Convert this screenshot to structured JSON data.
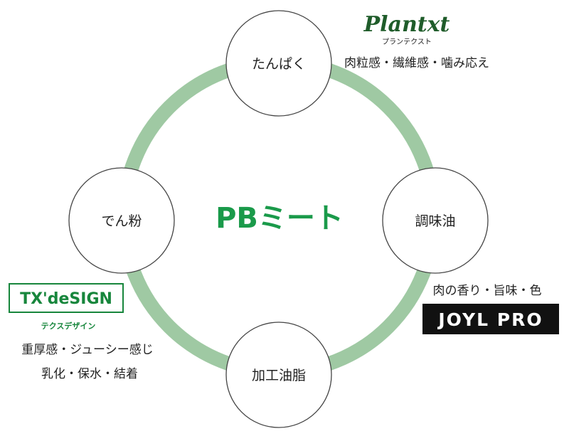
{
  "center_title": "PBミート",
  "nodes": {
    "top": "たんぱく",
    "right": "調味油",
    "bottom": "加工油脂",
    "left": "でん粉"
  },
  "brands": {
    "plantxt": {
      "logo_text": "Plantxt",
      "sub": "プランテクスト",
      "description": "肉粒感・繊維感・噛み応え"
    },
    "joyl": {
      "description": "肉の香り・旨味・色",
      "logo_text": "JOYL PRO"
    },
    "txdesign": {
      "logo_text": "TX'deSIGN",
      "sub": "テクスデザイン",
      "description_line1": "重厚感・ジューシー感じ",
      "description_line2": "乳化・保水・結着"
    }
  },
  "colors": {
    "ring": "#9fc9a3",
    "center_text": "#1a9a4a",
    "plantxt_green": "#1f5c2a",
    "txdesign_green": "#17863c",
    "joyl_bg": "#111111"
  }
}
